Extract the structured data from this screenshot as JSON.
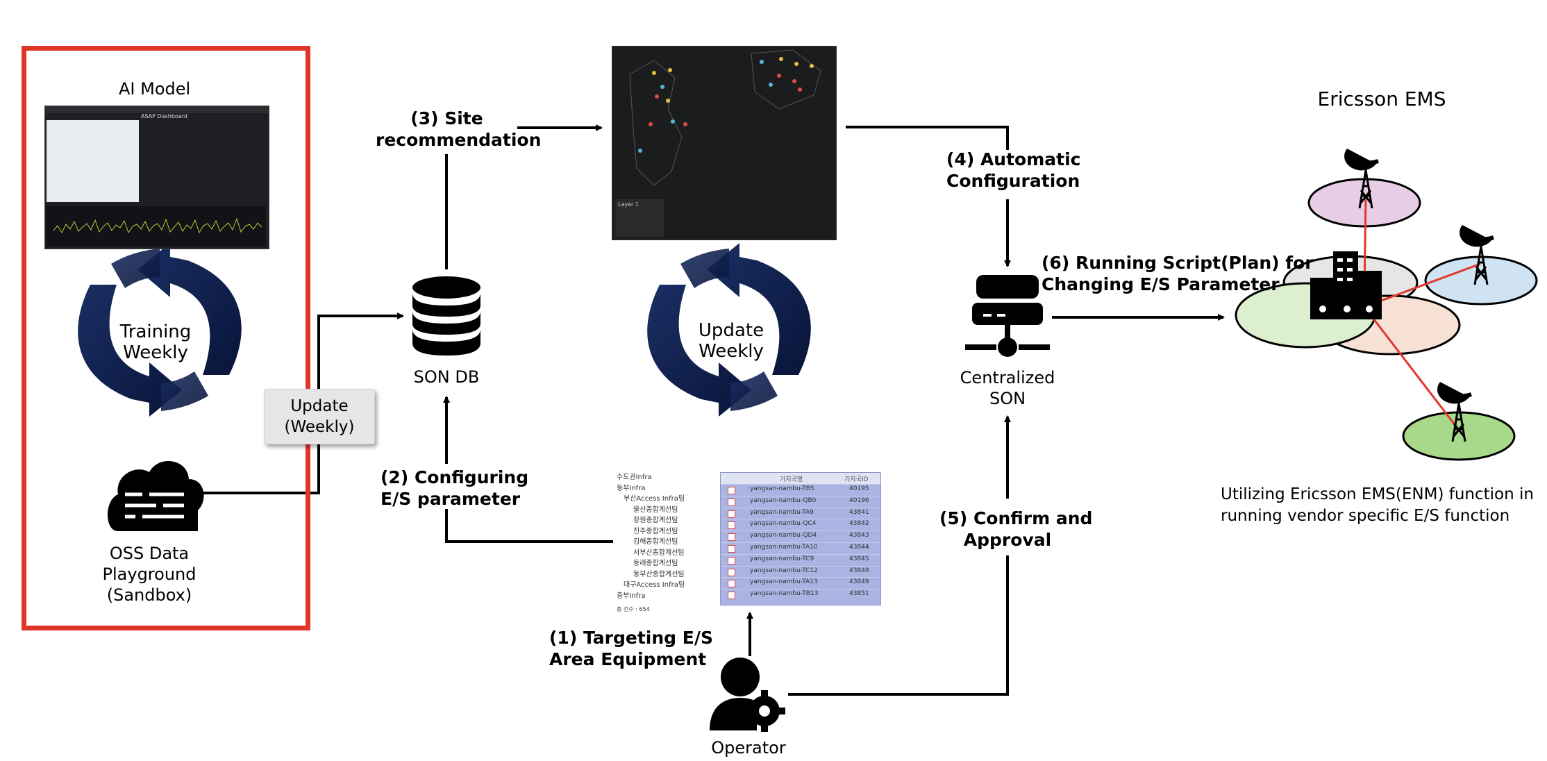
{
  "ai_model": {
    "title": "AI Model",
    "training": [
      "Training",
      "Weekly"
    ]
  },
  "dashboard": {
    "title": "ASAP Dashboard"
  },
  "oss": {
    "label": [
      "OSS Data",
      "Playground",
      "(Sandbox)"
    ]
  },
  "update_box": [
    "Update",
    "(Weekly)"
  ],
  "son_db": {
    "label": "SON DB"
  },
  "update_weekly": [
    "Update",
    "Weekly"
  ],
  "steps": {
    "s1": [
      "(1) Targeting E/S",
      "Area Equipment"
    ],
    "s2": [
      "(2) Configuring",
      "E/S parameter"
    ],
    "s3": [
      "(3) Site",
      "recommendation"
    ],
    "s4": [
      "(4) Automatic",
      "Configuration"
    ],
    "s5": [
      "(5) Confirm and",
      "Approval"
    ],
    "s6": [
      "(6) Running Script(Plan) for",
      "Changing E/S Parameter"
    ]
  },
  "centralized_son": [
    "Centralized",
    "SON"
  ],
  "operator": {
    "label": "Operator"
  },
  "ericsson": {
    "title": "Ericsson EMS",
    "caption": [
      "Utilizing Ericsson EMS(ENM) function in",
      "running vendor specific E/S function"
    ]
  },
  "map_thumbnail": {
    "legend_title": "Layer 1"
  },
  "tree_thumbnail": {
    "items": [
      "수도권Infra",
      "동부Infra",
      "부산Access Infra팀",
      "울산종합계선팀",
      "창원종합계선팀",
      "진주종합계선팀",
      "김해종합계선팀",
      "서부산종합계선팀",
      "동래종합계선팀",
      "동부산종합계선팀",
      "대구Access Infra팀",
      "중부Infra"
    ],
    "footer": "총 건수 : 654"
  },
  "table_thumbnail": {
    "headers": [
      "기지국명",
      "기지국ID"
    ],
    "rows": [
      [
        "yangsan-nambu-TB5",
        "40195"
      ],
      [
        "yangsan-nambu-QB0",
        "40196"
      ],
      [
        "yangsan-nambu-TA9",
        "43841"
      ],
      [
        "yangsan-nambu-QC4",
        "43842"
      ],
      [
        "yangsan-nambu-QD4",
        "43843"
      ],
      [
        "yangsan-nambu-TA10",
        "43844"
      ],
      [
        "yangsan-nambu-TC9",
        "43845"
      ],
      [
        "yangsan-nambu-TC12",
        "43848"
      ],
      [
        "yangsan-nambu-TA13",
        "43849"
      ],
      [
        "yangsan-nambu-TB13",
        "43851"
      ]
    ]
  },
  "colors": {
    "frame": "#e2352a",
    "cycle": "#0f1f47",
    "link": "#e0382b",
    "cell_pink": "#e8cde6",
    "cell_blue": "#cfe3f2",
    "cell_green": "#a8d98b",
    "cell_lightgreen": "#dcefcf",
    "cell_peach": "#f7e0d4",
    "cell_gray": "#e6e6e6"
  }
}
